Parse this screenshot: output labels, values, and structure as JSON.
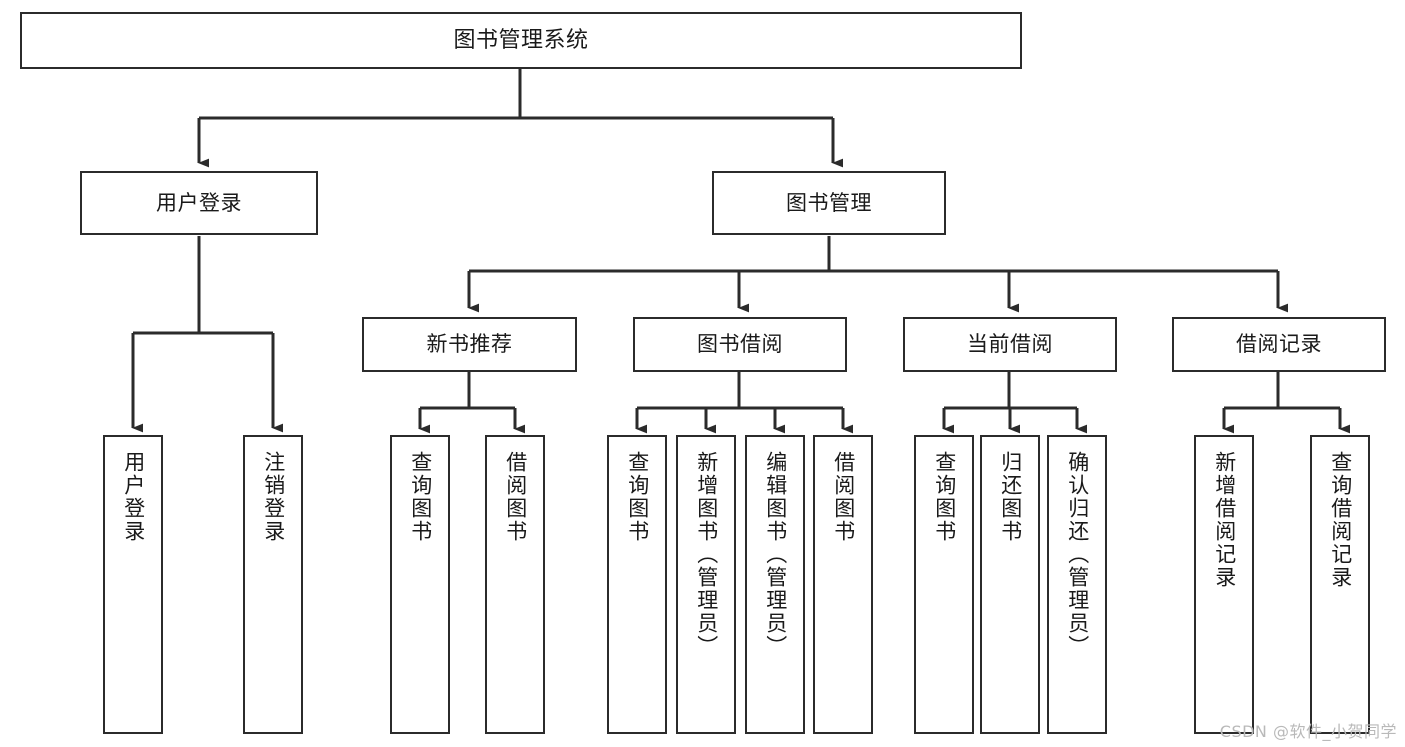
{
  "diagram": {
    "type": "tree-hierarchy",
    "title": "图书管理系统",
    "colors": {
      "stroke": "#2b2b2b",
      "fill": "#ffffff",
      "text": "#1a1a1a",
      "watermark": "#b9b9b9",
      "background": "#ffffff"
    },
    "watermark": "CSDN @软件_小贺同学",
    "nodes": {
      "root": {
        "id": "root",
        "label": "图书管理系统",
        "orientation": "horizontal"
      },
      "user_login": {
        "id": "user_login",
        "label": "用户登录",
        "orientation": "horizontal"
      },
      "book_manage": {
        "id": "book_manage",
        "label": "图书管理",
        "orientation": "horizontal"
      },
      "new_book_rec": {
        "id": "new_book_rec",
        "label": "新书推荐",
        "orientation": "horizontal"
      },
      "book_borrow": {
        "id": "book_borrow",
        "label": "图书借阅",
        "orientation": "horizontal"
      },
      "current_borrow": {
        "id": "current_borrow",
        "label": "当前借阅",
        "orientation": "horizontal"
      },
      "borrow_record": {
        "id": "borrow_record",
        "label": "借阅记录",
        "orientation": "horizontal"
      },
      "leaf_user_login": {
        "id": "leaf_user_login",
        "label": "用户登录",
        "orientation": "vertical"
      },
      "leaf_logout": {
        "id": "leaf_logout",
        "label": "注销登录",
        "orientation": "vertical"
      },
      "leaf_query_book_1": {
        "id": "leaf_query_book_1",
        "label": "查询图书",
        "orientation": "vertical"
      },
      "leaf_borrow_book_1": {
        "id": "leaf_borrow_book_1",
        "label": "借阅图书",
        "orientation": "vertical"
      },
      "leaf_query_book_2": {
        "id": "leaf_query_book_2",
        "label": "查询图书",
        "orientation": "vertical"
      },
      "leaf_add_book": {
        "id": "leaf_add_book",
        "label": "新增图书（管理员）",
        "orientation": "vertical"
      },
      "leaf_edit_book": {
        "id": "leaf_edit_book",
        "label": "编辑图书（管理员）",
        "orientation": "vertical"
      },
      "leaf_borrow_book_2": {
        "id": "leaf_borrow_book_2",
        "label": "借阅图书",
        "orientation": "vertical"
      },
      "leaf_query_book_3": {
        "id": "leaf_query_book_3",
        "label": "查询图书",
        "orientation": "vertical"
      },
      "leaf_return_book": {
        "id": "leaf_return_book",
        "label": "归还图书",
        "orientation": "vertical"
      },
      "leaf_confirm_return": {
        "id": "leaf_confirm_return",
        "label": "确认归还（管理员）",
        "orientation": "vertical"
      },
      "leaf_add_record": {
        "id": "leaf_add_record",
        "label": "新增借阅记录",
        "orientation": "vertical"
      },
      "leaf_query_record": {
        "id": "leaf_query_record",
        "label": "查询借阅记录",
        "orientation": "vertical"
      }
    },
    "edges": [
      {
        "from": "root",
        "to": "user_login"
      },
      {
        "from": "root",
        "to": "book_manage"
      },
      {
        "from": "user_login",
        "to": "leaf_user_login"
      },
      {
        "from": "user_login",
        "to": "leaf_logout"
      },
      {
        "from": "book_manage",
        "to": "new_book_rec"
      },
      {
        "from": "book_manage",
        "to": "book_borrow"
      },
      {
        "from": "book_manage",
        "to": "current_borrow"
      },
      {
        "from": "book_manage",
        "to": "borrow_record"
      },
      {
        "from": "new_book_rec",
        "to": "leaf_query_book_1"
      },
      {
        "from": "new_book_rec",
        "to": "leaf_borrow_book_1"
      },
      {
        "from": "book_borrow",
        "to": "leaf_query_book_2"
      },
      {
        "from": "book_borrow",
        "to": "leaf_add_book"
      },
      {
        "from": "book_borrow",
        "to": "leaf_edit_book"
      },
      {
        "from": "book_borrow",
        "to": "leaf_borrow_book_2"
      },
      {
        "from": "current_borrow",
        "to": "leaf_query_book_3"
      },
      {
        "from": "current_borrow",
        "to": "leaf_return_book"
      },
      {
        "from": "current_borrow",
        "to": "leaf_confirm_return"
      },
      {
        "from": "borrow_record",
        "to": "leaf_add_record"
      },
      {
        "from": "borrow_record",
        "to": "leaf_query_record"
      }
    ]
  }
}
